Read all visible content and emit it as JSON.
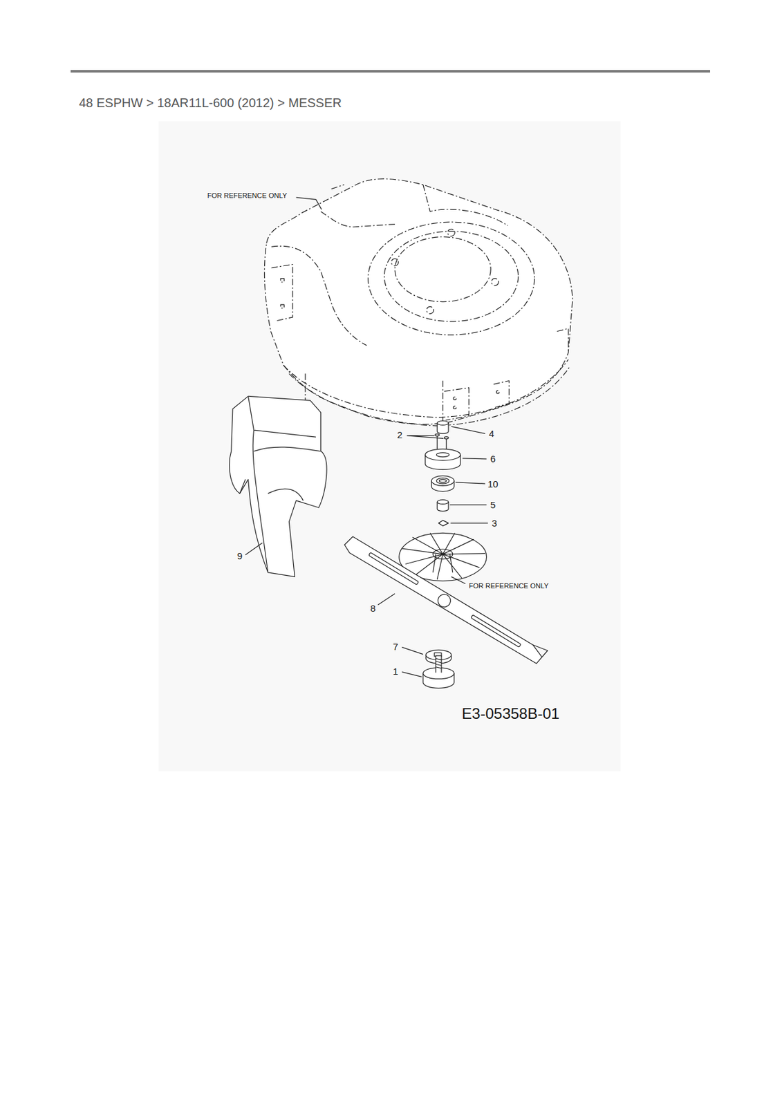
{
  "diagram": {
    "title": "48 ESPHW > 18AR11L-600 (2012) > MESSER",
    "labels": [
      "FOR REFERENCE ONLY",
      "2",
      "4",
      "6",
      "10",
      "5",
      "3",
      "9",
      "FOR REFERENCE ONLY",
      "8",
      "7",
      "1",
      "E3-05358B-01"
    ]
  }
}
